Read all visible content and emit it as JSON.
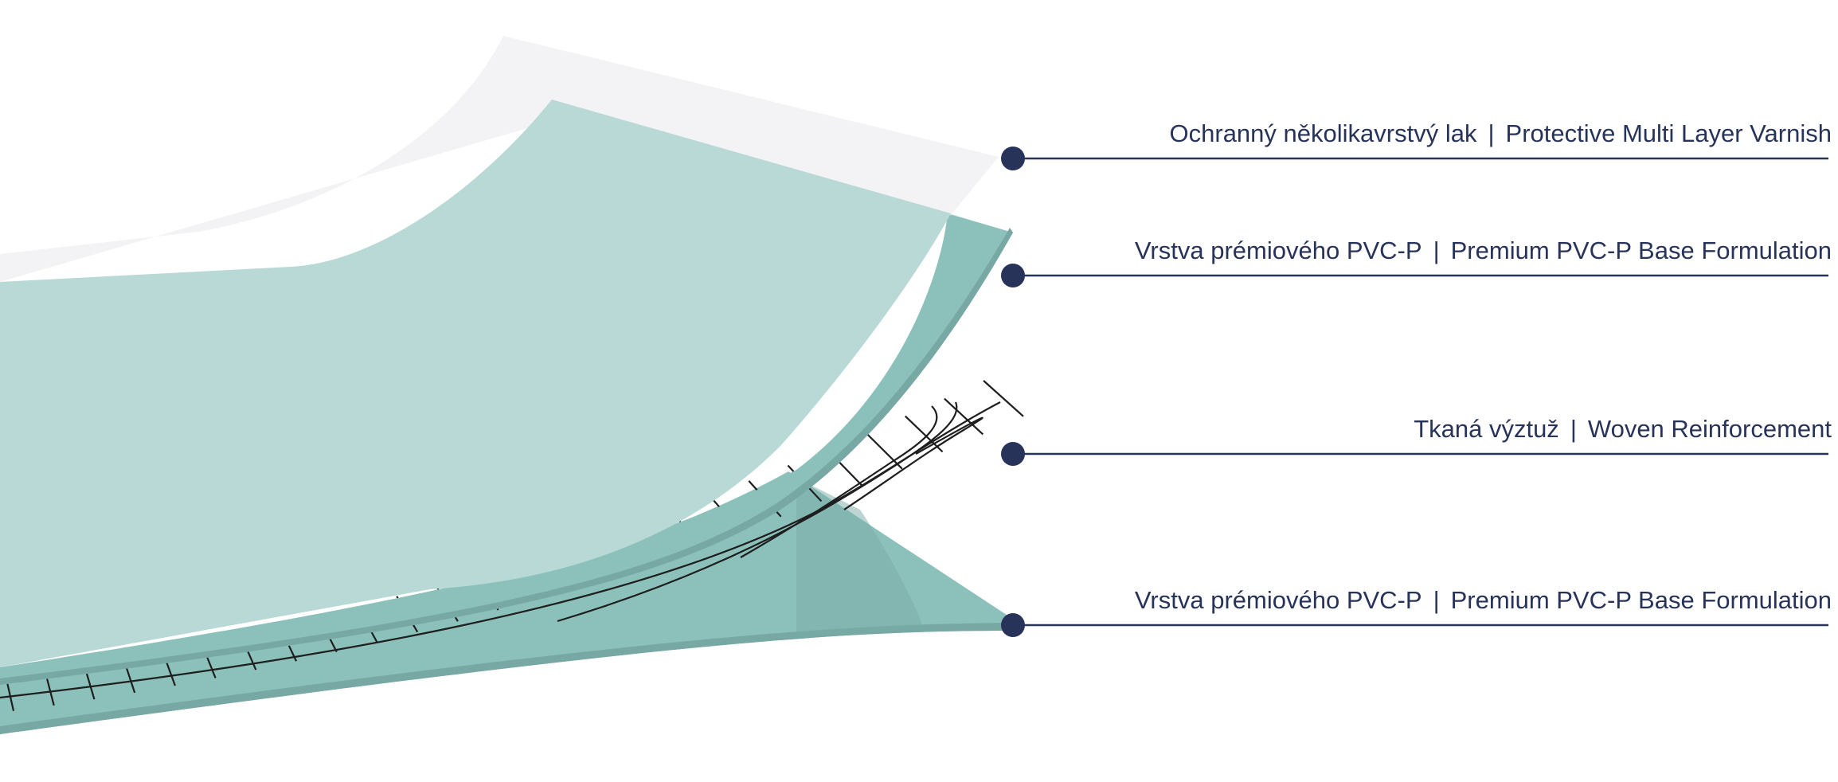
{
  "colors": {
    "varnish": "#f3f3f5",
    "pvc_light": "#b8d9d5",
    "pvc_mid": "#8cc1bb",
    "pvc_edge": "#77a8a3",
    "mesh": "#1e1e1e",
    "callout": "#283359"
  },
  "layers": [
    {
      "cs": "Ochranný několikavrstvý lak",
      "sep": "|",
      "en": "Protective Multi Layer Varnish"
    },
    {
      "cs": "Vrstva prémiového PVC-P",
      "sep": "|",
      "en": "Premium PVC-P Base Formulation"
    },
    {
      "cs": "Tkaná výztuž",
      "sep": "|",
      "en": "Woven Reinforcement"
    },
    {
      "cs": "Vrstva prémiového PVC-P",
      "sep": "|",
      "en": "Premium PVC-P Base Formulation"
    }
  ]
}
